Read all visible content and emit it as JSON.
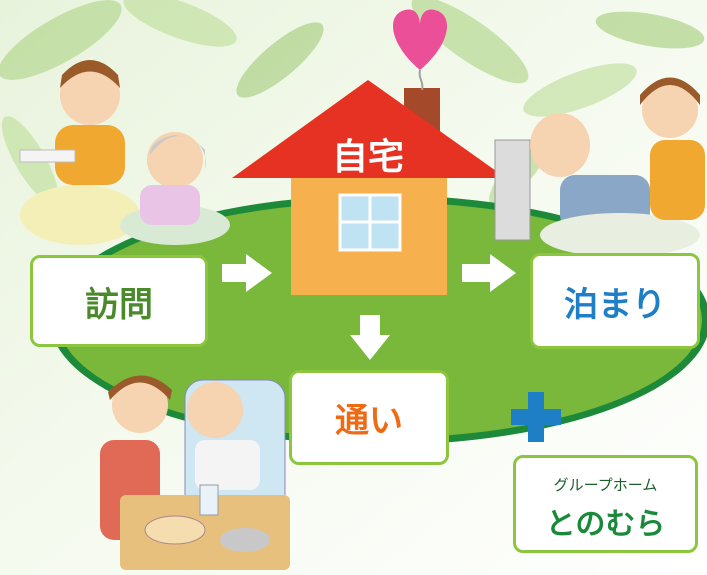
{
  "house": {
    "label": "自宅"
  },
  "services": {
    "visit": "訪問",
    "stay": "泊まり",
    "commute": "通い"
  },
  "group_home": {
    "subtitle": "グループホーム",
    "name": "とのむら"
  },
  "colors": {
    "green_disc": "#79b83b",
    "roof_red": "#e63222",
    "house_wall": "#f6b04e",
    "heart": "#ea4f97",
    "arrow": "#ffffff",
    "plus": "#1f7fc6"
  }
}
